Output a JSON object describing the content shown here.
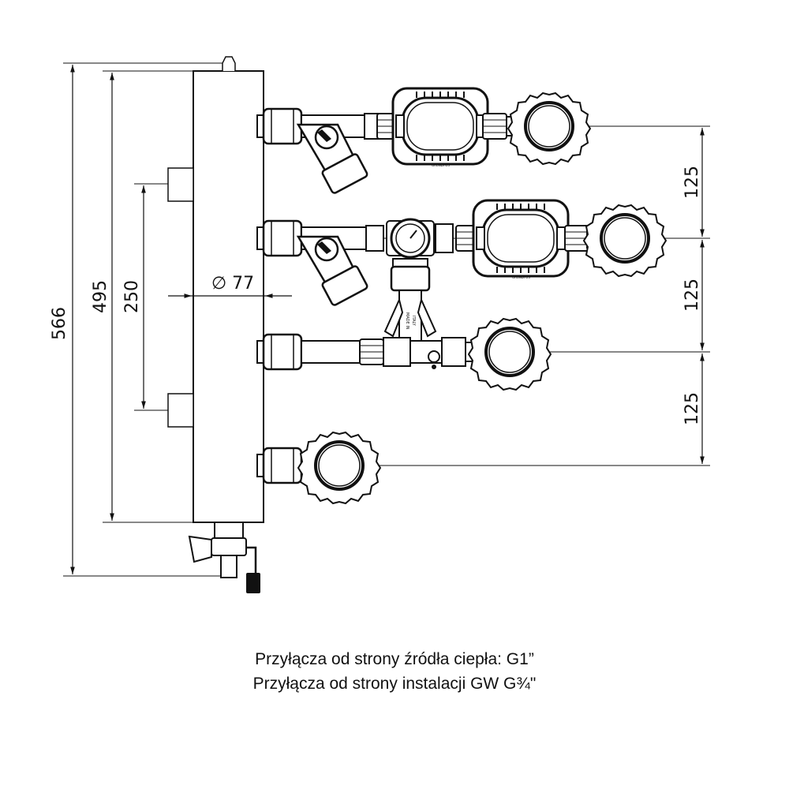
{
  "dimensions": {
    "overall_height": "566",
    "header_height": "495",
    "sleeve_spacing": "250",
    "diameter": "∅ 77",
    "spacing_1": "125",
    "spacing_2": "125",
    "spacing_3": "125"
  },
  "pump_labels": {
    "brand_1": "GRUNDFOS",
    "brand_2": "GRUNDFOS"
  },
  "valve_labels": {
    "made_in": "MADE IN",
    "italy": "ITALY"
  },
  "caption": {
    "line_1": "Przyłącza od strony źródła ciepła: G1”",
    "line_2": "Przyłącza od strony instalacji GW G¾\""
  }
}
